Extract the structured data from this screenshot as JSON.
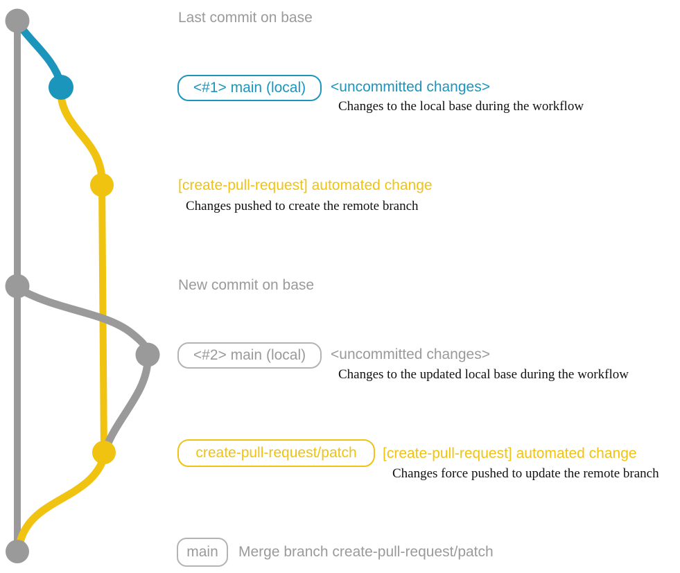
{
  "colors": {
    "gray": "#9a9a9a",
    "gray_border": "#b3b3b3",
    "blue": "#1b95bc",
    "yellow": "#f0c311",
    "ink": "#111111"
  },
  "headings": {
    "last_commit": "Last commit on base",
    "new_commit": "New commit on base",
    "merge_commit": "Merge branch create-pull-request/patch"
  },
  "badges": {
    "main_local_1": "<#1> main (local)",
    "main_local_2": "<#2> main (local)",
    "patch_branch": "create-pull-request/patch",
    "main": "main"
  },
  "notes": {
    "uncommitted_1": {
      "title": "<uncommitted changes>",
      "description": "Changes to the local base during the workflow"
    },
    "automated_1": {
      "title": "[create-pull-request] automated change",
      "description": "Changes pushed to create the remote branch"
    },
    "uncommitted_2": {
      "title": "<uncommitted changes>",
      "description": "Changes to the updated local base during the workflow"
    },
    "automated_2": {
      "title": "[create-pull-request] automated change",
      "description": "Changes force pushed to update the remote branch"
    }
  }
}
